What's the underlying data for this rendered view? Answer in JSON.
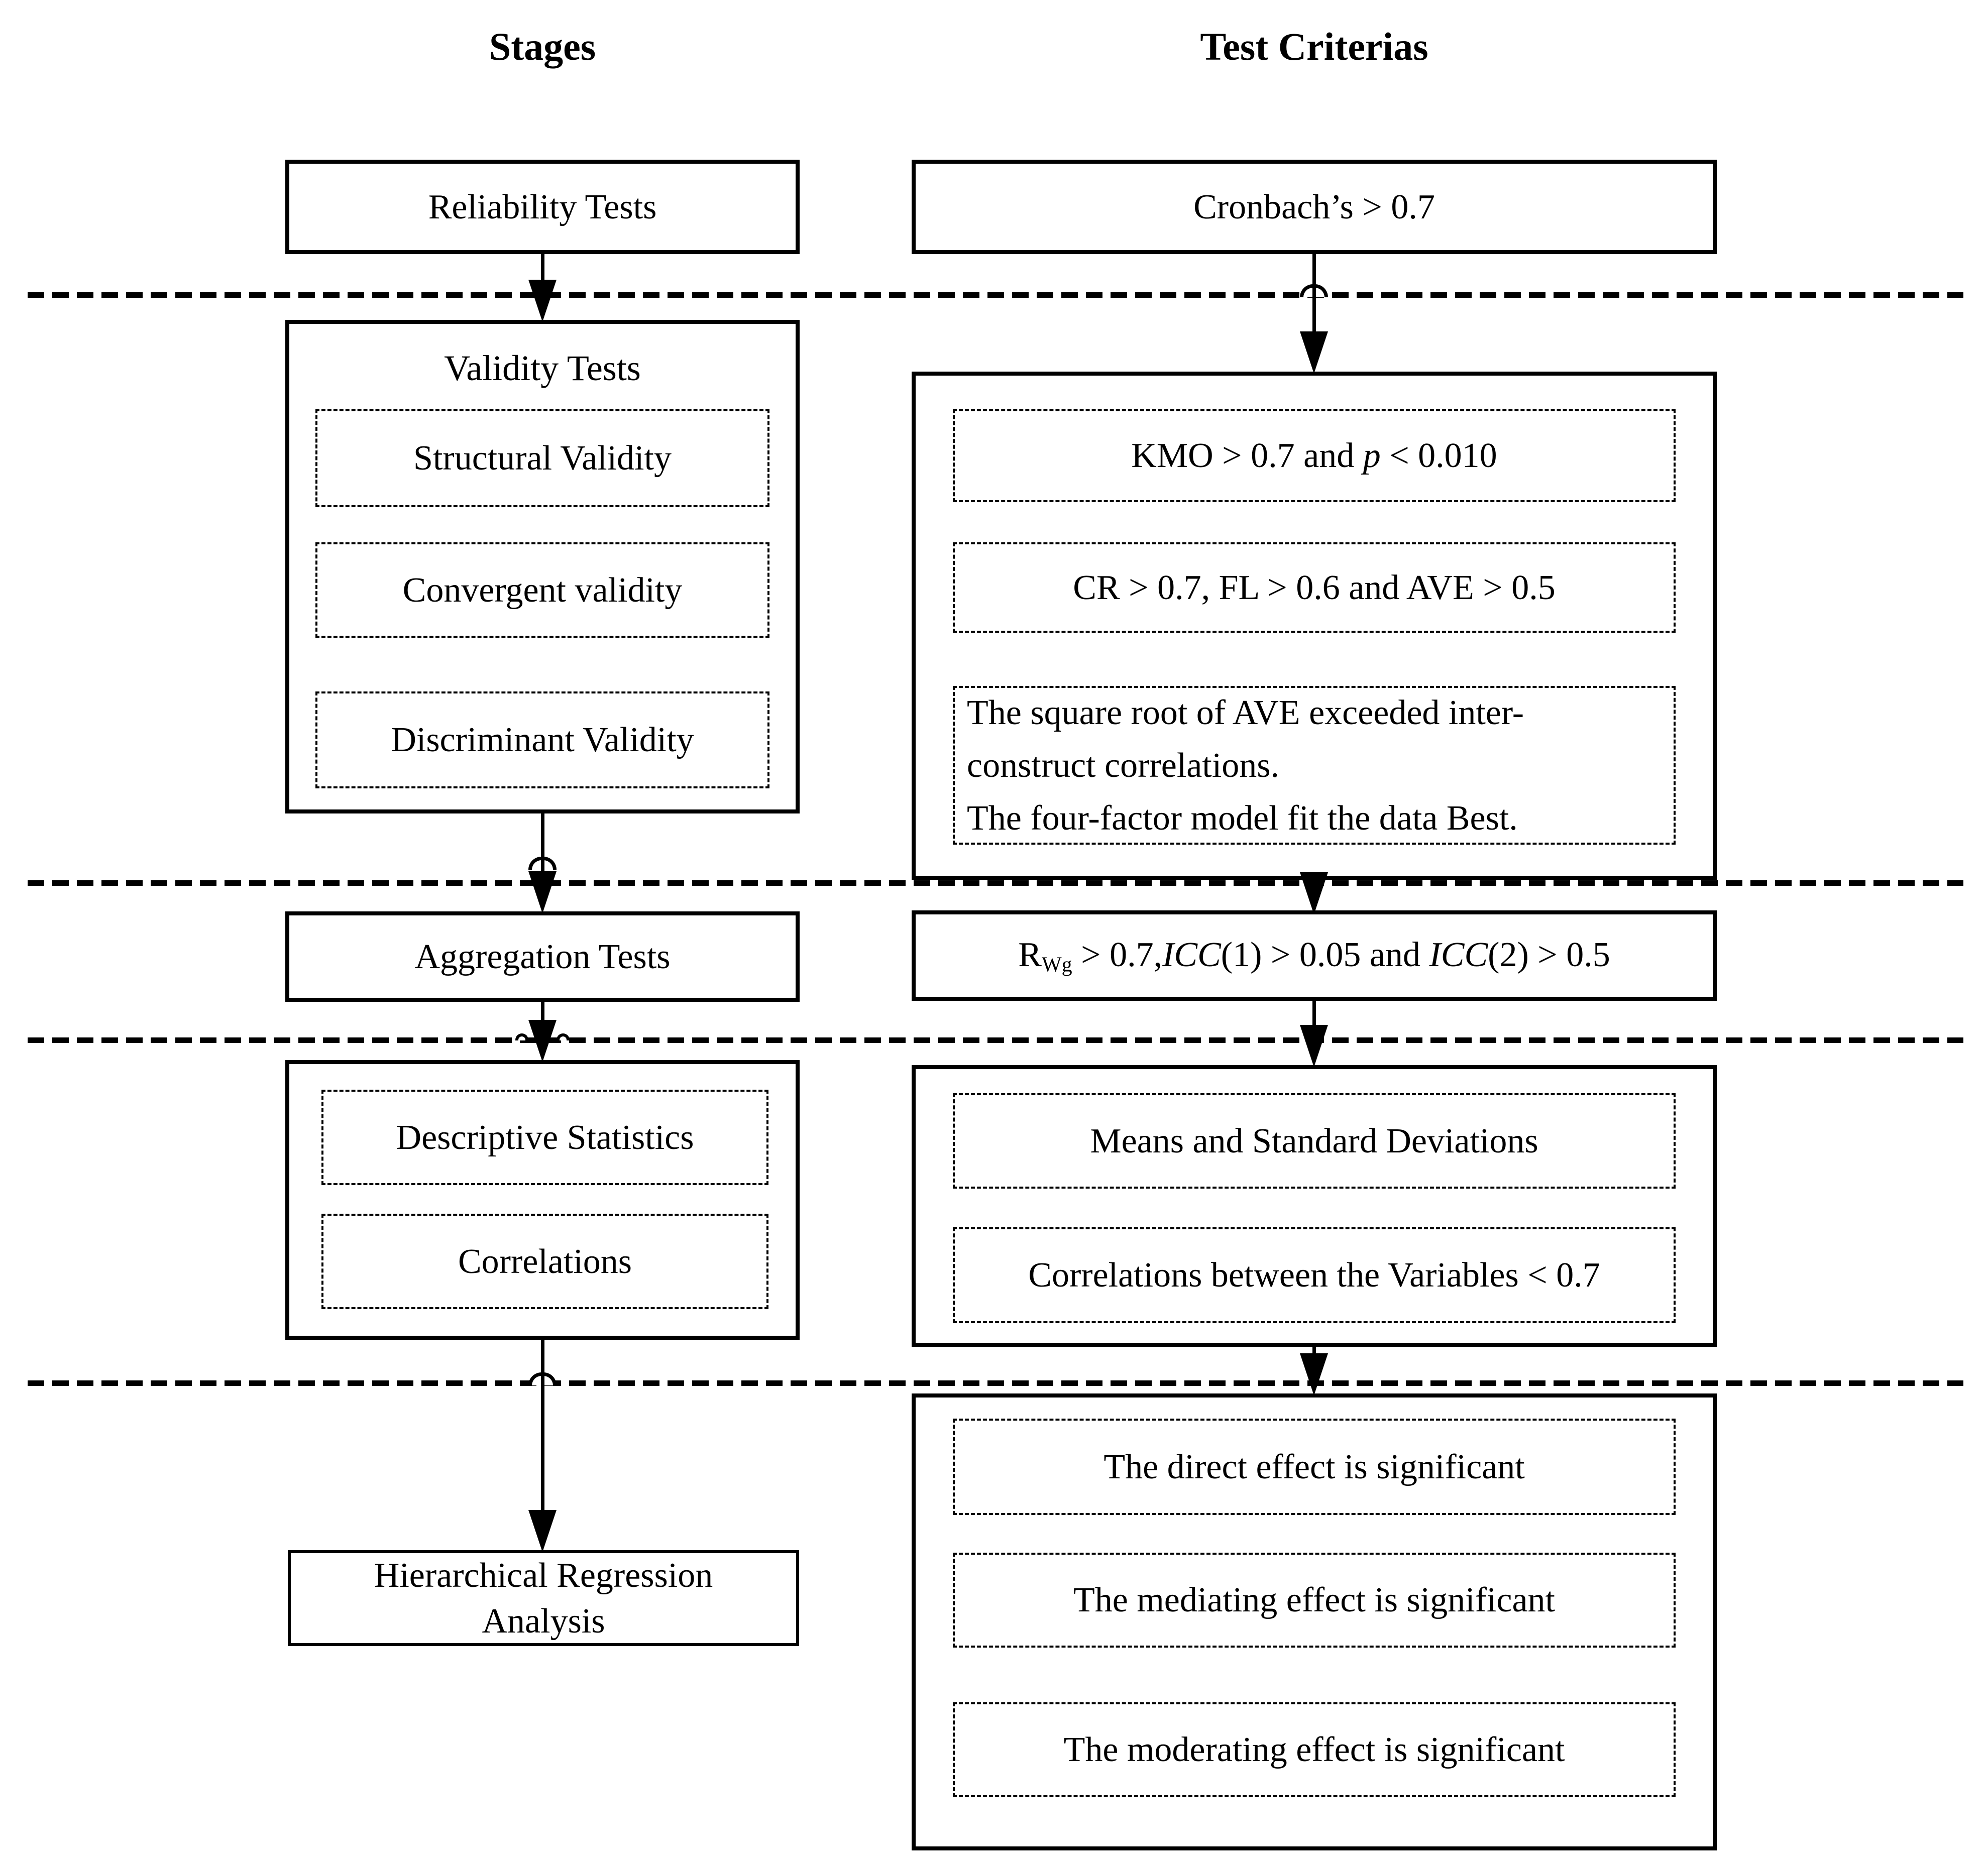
{
  "headings": {
    "stages": "Stages",
    "criteria": "Test Criterias"
  },
  "stages": {
    "reliability": "Reliability Tests",
    "validity": {
      "title": "Validity Tests",
      "items": [
        "Structural Validity",
        "Convergent validity",
        "Discriminant Validity"
      ]
    },
    "aggregation": "Aggregation Tests",
    "descriptives": {
      "items": [
        "Descriptive Statistics",
        "Correlations"
      ]
    },
    "regression": "Hierarchical Regression Analysis"
  },
  "criteria": {
    "reliability": "Cronbach’s > 0.7",
    "validity": {
      "kmo": {
        "pre": "KMO > 0.7 and ",
        "it": "p",
        "post": " < 0.010"
      },
      "cr": "CR > 0.7, FL > 0.6 and AVE > 0.5",
      "ave_lines": [
        "The square root of AVE exceeded inter-",
        "construct correlations.",
        "The four-factor model fit the data Best."
      ]
    },
    "aggregation": {
      "r": "R",
      "sub": "Wg",
      "m1": " > 0.7,",
      "icc1": "ICC",
      "m2": "(1) > 0.05 and ",
      "icc2": "ICC",
      "m3": "(2) > 0.5"
    },
    "descriptives": {
      "items": [
        "Means and Standard Deviations",
        "Correlations between the Variables < 0.7"
      ]
    },
    "regression": {
      "items": [
        "The direct effect is significant",
        "The mediating effect is significant",
        "The moderating effect is significant"
      ]
    }
  },
  "colors": {
    "ink": "#000000",
    "background": "#ffffff"
  }
}
